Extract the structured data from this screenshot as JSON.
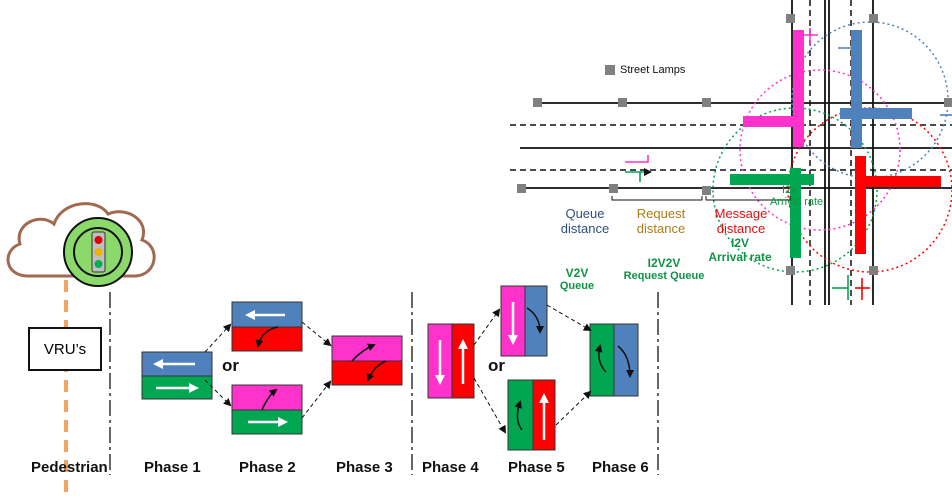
{
  "legend": {
    "street_lamps": "Street Lamps"
  },
  "left": {
    "vru_label": "VRU’s",
    "pedestrian_label": "Pedestrian"
  },
  "phases": [
    "Phase 1",
    "Phase 2",
    "Phase 3",
    "Phase 4",
    "Phase 5",
    "Phase 6"
  ],
  "or_label": "or",
  "labels": {
    "queue_distance": [
      "Queue",
      "distance"
    ],
    "request_distance": [
      "Request",
      "distance"
    ],
    "message_distance": [
      "Message",
      "distance"
    ],
    "i2v": [
      "I2V",
      "Arrival rate"
    ],
    "i2v2v": [
      "I2V2V",
      "Request Queue"
    ],
    "v2v": [
      "V2V",
      "Queue"
    ],
    "overlap_arrival": "Arrival rate",
    "overlap_i2v": "I2V"
  },
  "colors": {
    "blue": "#4f81bd",
    "green": "#00a650",
    "red": "#ff0000",
    "magenta": "#ff33cc",
    "orange": "#f4a460",
    "lamp": "#808080"
  },
  "icons": [
    "cloud-icon",
    "traffic-light-icon"
  ]
}
